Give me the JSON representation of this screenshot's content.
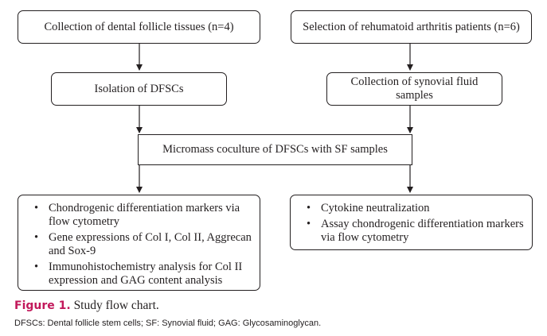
{
  "boxes": {
    "dental_collection": "Collection of dental follicle tissues (n=4)",
    "ra_selection": "Selection of rehumatoid arthritis patients (n=6)",
    "dfsc_isolation": "Isolation of DFSCs",
    "synovial_collection_line1": "Collection of synovial fluid",
    "synovial_collection_line2": "samples",
    "micromass_coculture": "Micromass coculture of DFSCs with SF samples"
  },
  "left_outcomes": [
    "Chondrogenic differentiation markers via flow cytometry",
    "Gene expressions of Col I, Col II, Aggrecan and Sox-9",
    "Immunohistochemistry analysis for Col II expression and GAG content analysis"
  ],
  "right_outcomes": [
    "Cytokine neutralization",
    "Assay chondrogenic differentiation markers via flow cytometry"
  ],
  "bullet_symbol": "•",
  "caption": {
    "label": "Figure 1.",
    "text": "Study flow chart."
  },
  "footnote": "DFSCs: Dental follicle stem cells; SF: Synovial fluid; GAG: Glycosaminoglycan.",
  "colors": {
    "caption_label": "#c2185b",
    "lines": "#231f20"
  }
}
